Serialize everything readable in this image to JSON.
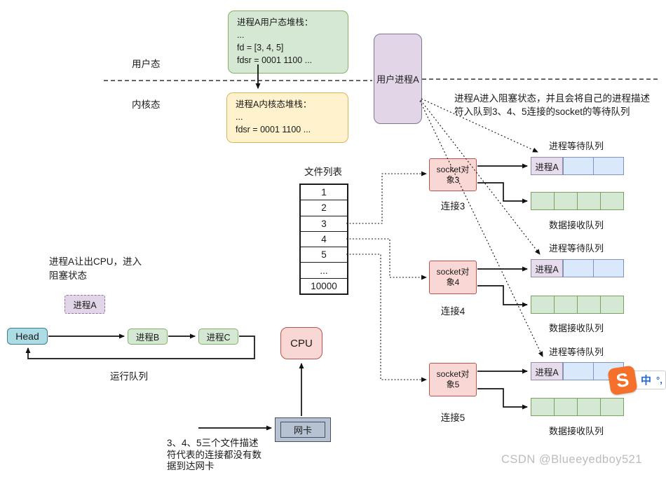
{
  "colors": {
    "green_fill": "#d5e8d4",
    "green_border": "#82b366",
    "yellow_fill": "#fff2cc",
    "yellow_border": "#d6b656",
    "purple_fill": "#e1d5e7",
    "purple_border": "#9673a6",
    "red_fill": "#f8d7d4",
    "red_border": "#b85450",
    "blue_fill": "#dae8fc",
    "blue_border": "#7e94bc",
    "teal_fill": "#aedce4",
    "nic_fill": "#b6c2d2",
    "sogou_orange": "#f4702b",
    "sogou_blue": "#2267d8",
    "watermark_gray": "#bcbcbc"
  },
  "mode_labels": {
    "user": "用户态",
    "kernel": "内核态"
  },
  "user_stack_box": {
    "title": "进程A用户态堆栈：",
    "line1": "...",
    "line2": "fd = [3, 4, 5]",
    "line3": "fdsr = 0001 1100 ..."
  },
  "kernel_stack_box": {
    "title": "进程A内核态堆栈：",
    "line1": "...",
    "line2": "fdsr = 0001 1100 ..."
  },
  "user_process_label": "用户进程A",
  "blocking_note": {
    "line1": "进程A进入阻塞状态，并且会将自己的进程描述",
    "line2": "符入队到3、4、5连接的socket的等待队列"
  },
  "file_table": {
    "title": "文件列表",
    "rows": [
      "1",
      "2",
      "3",
      "4",
      "5",
      "...",
      "10000"
    ]
  },
  "socket_groups": [
    {
      "box": "socket对象3",
      "connection": "连接3",
      "wait_queue_title": "进程等待队列",
      "wait_cell": "进程A",
      "recv_queue_title": "数据接收队列"
    },
    {
      "box": "socket对象4",
      "connection": "连接4",
      "wait_queue_title": "进程等待队列",
      "wait_cell": "进程A",
      "recv_queue_title": "数据接收队列"
    },
    {
      "box": "socket对象5",
      "connection": "连接5",
      "wait_queue_title": "进程等待队列",
      "wait_cell": "进程A",
      "recv_queue_title": "数据接收队列"
    }
  ],
  "left_panel": {
    "yield_note": {
      "line1": "进程A让出CPU，进入",
      "line2": "阻塞状态"
    },
    "blocked_process": "进程A",
    "run_queue": {
      "head": "Head",
      "item1": "进程B",
      "item2": "进程C",
      "label": "运行队列"
    }
  },
  "hardware": {
    "cpu": "CPU",
    "nic": "网卡"
  },
  "nic_note": {
    "line1": "3、4、5三个文件描述",
    "line2": "符代表的连接都没有数",
    "line3": "据到达网卡"
  },
  "watermark": "CSDN @Blueeyedboy521",
  "input_method_bar": {
    "logo_letter": "S",
    "lang_indicator": "中",
    "punct_indicator": "°,"
  }
}
